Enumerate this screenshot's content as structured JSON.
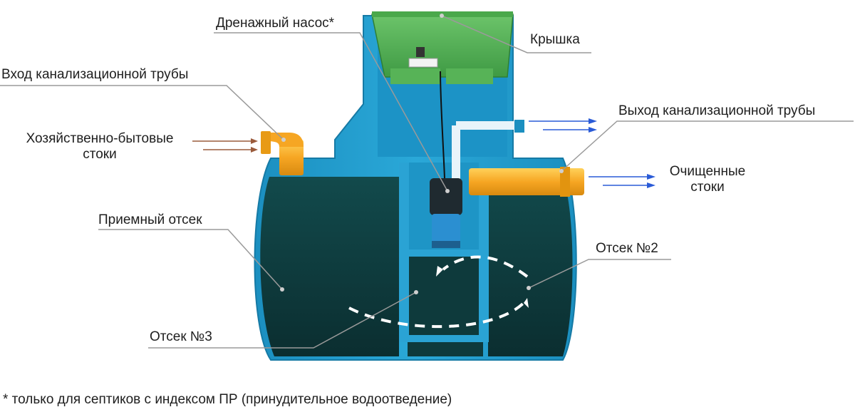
{
  "labels": {
    "pump": "Дренажный насос*",
    "lid": "Крышка",
    "inlet": "Вход канализационной трубы",
    "domestic_line1": "Хозяйственно-бытовые",
    "domestic_line2": "стоки",
    "outlet": "Выход канализационной трубы",
    "cleaned_line1": "Очищенные",
    "cleaned_line2": "стоки",
    "receiving": "Приемный отсек",
    "compartment2": "Отсек №2",
    "compartment3": "Отсек №3"
  },
  "footnote": "* только для септиков с индексом ПР (принудительное водоотведение)",
  "colors": {
    "tank_blue": "#1f9fd0",
    "water_dark": "#0f3d3d",
    "lid_green": "#5cb85c",
    "pipe_orange": "#f6a623",
    "arrow_blue": "#2a5bd7",
    "arrow_brown": "#9a5b3c",
    "leader_gray": "#9a9a9a"
  }
}
